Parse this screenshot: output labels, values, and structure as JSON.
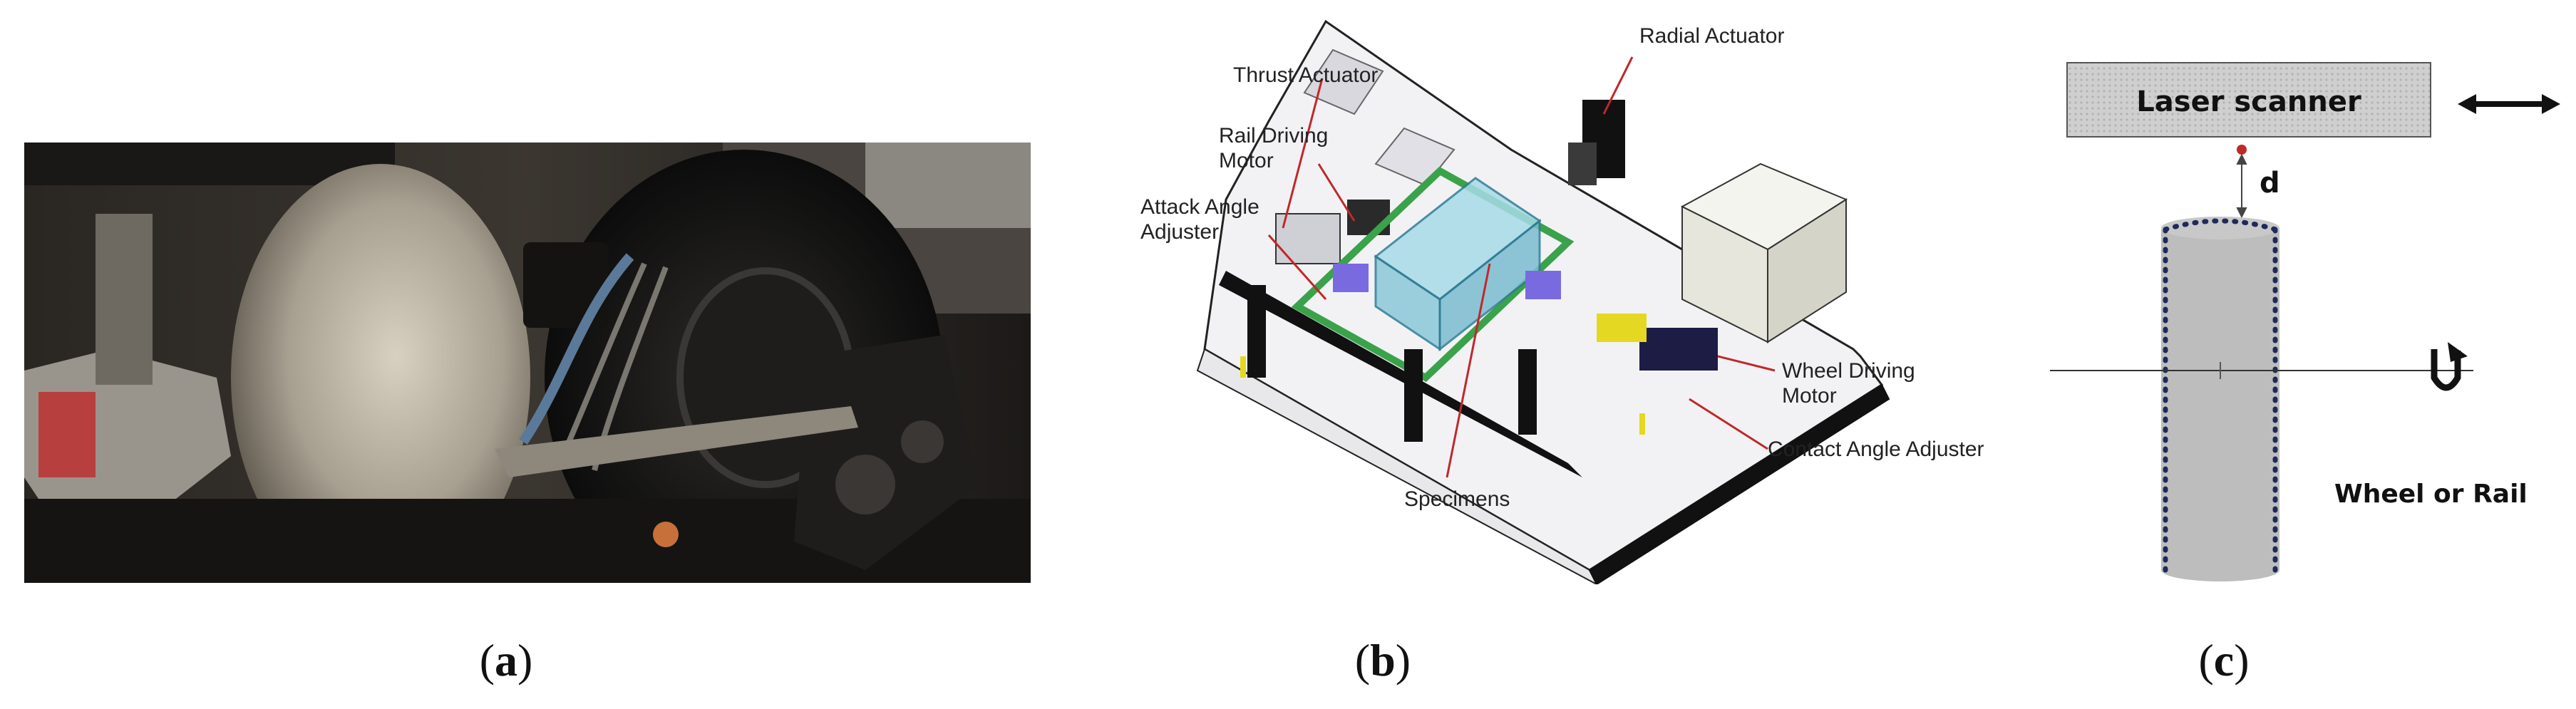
{
  "panel_a": {
    "caption_letter": "a"
  },
  "panel_b": {
    "caption_letter": "b",
    "labels": {
      "radial_actuator": "Radial Actuator",
      "thrust_actuator": "Thrust Actuator",
      "rail_driving_line1": "Rail Driving",
      "rail_driving_line2": "Motor",
      "attack_angle_line1": "Attack Angle",
      "attack_angle_line2": "Adjuster",
      "wheel_driving_line1": "Wheel Driving",
      "wheel_driving_line2": "Motor",
      "contact_angle": "Contact Angle Adjuster",
      "specimens": "Specimens"
    }
  },
  "panel_c": {
    "caption_letter": "c",
    "scanner_label": "Laser scanner",
    "distance_label": "d",
    "object_label": "Wheel or Rail"
  }
}
